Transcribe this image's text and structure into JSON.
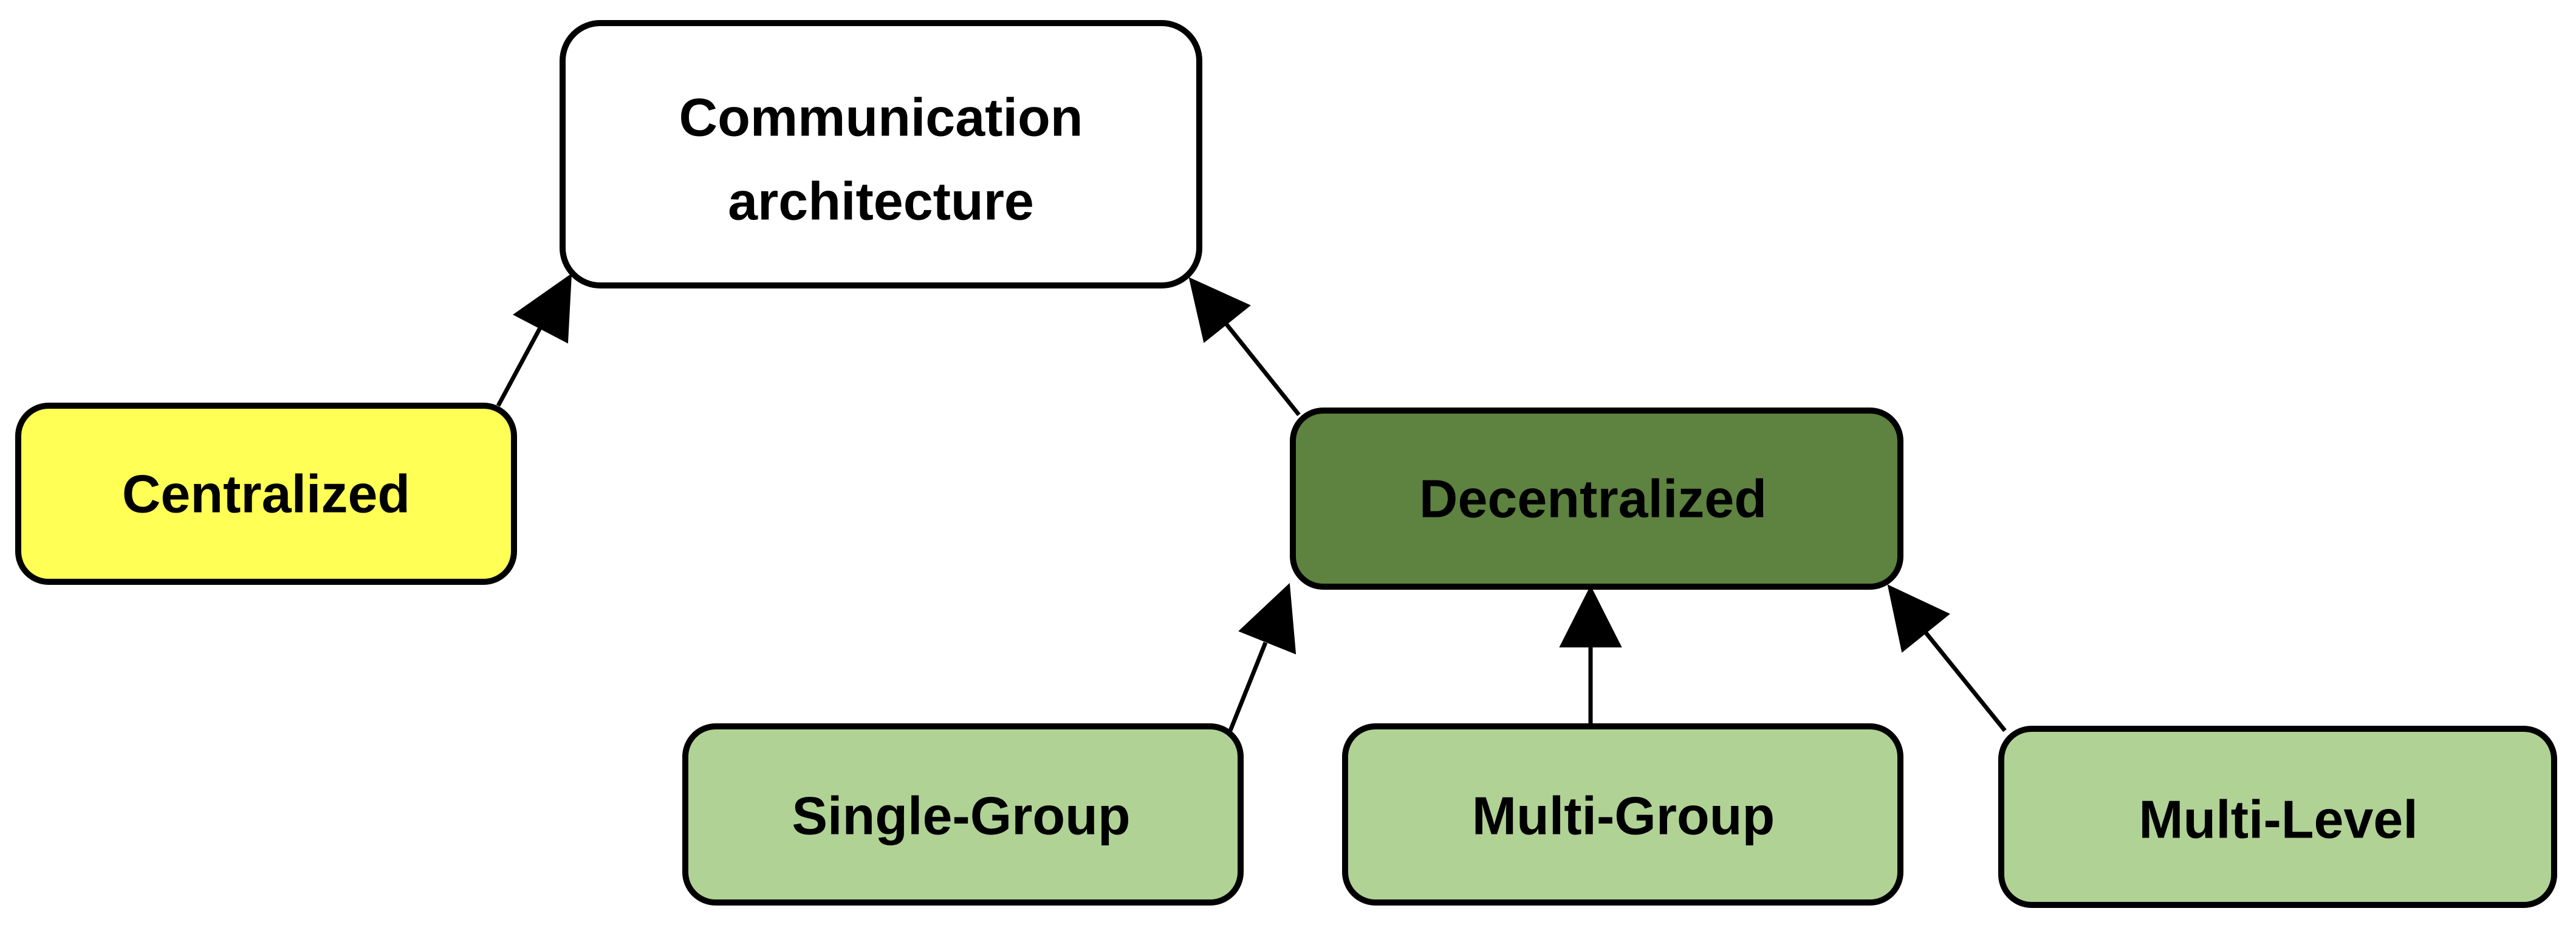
{
  "nodes": {
    "root": {
      "label_line1": "Communication",
      "label_line2": "architecture",
      "fill": "#ffffff"
    },
    "centralized": {
      "label": "Centralized",
      "fill": "#ffff55"
    },
    "decentralized": {
      "label": "Decentralized",
      "fill": "#5e8240"
    },
    "single_group": {
      "label": "Single-Group",
      "fill": "#b0d295"
    },
    "multi_group": {
      "label": "Multi-Group",
      "fill": "#b0d295"
    },
    "multi_level": {
      "label": "Multi-Level",
      "fill": "#b0d295"
    }
  },
  "edges": [
    {
      "from": "Centralized",
      "to": "Communication architecture"
    },
    {
      "from": "Decentralized",
      "to": "Communication architecture"
    },
    {
      "from": "Single-Group",
      "to": "Decentralized"
    },
    {
      "from": "Multi-Group",
      "to": "Decentralized"
    },
    {
      "from": "Multi-Level",
      "to": "Decentralized"
    }
  ],
  "colors": {
    "stroke": "#000000",
    "background": "#ffffff"
  }
}
